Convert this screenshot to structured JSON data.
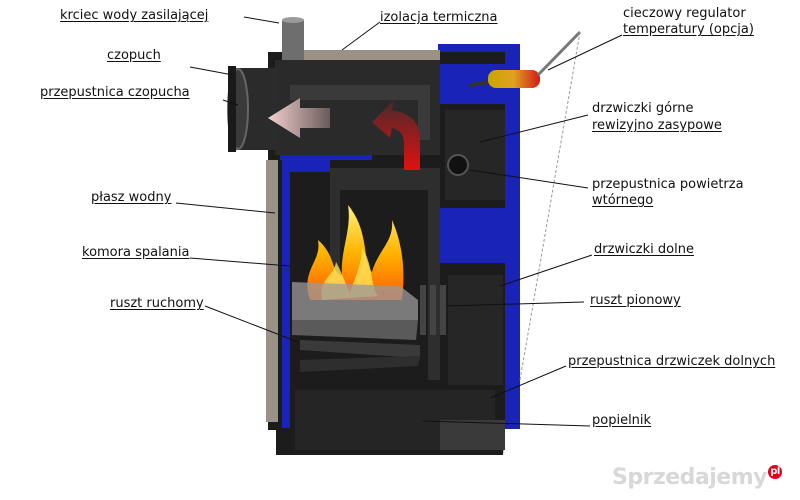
{
  "labels": {
    "krciec": "krciec wody zasilającej",
    "izolacja": "izolacja termiczna",
    "regulator_1": "cieczowy regulator",
    "regulator_2": "temperatury (opcja)",
    "czopuch": "czopuch",
    "przepustnica_czopucha": "przepustnica czopucha",
    "drzwiczki_gorne_1": "drzwiczki górne",
    "drzwiczki_gorne_2": "rewizyjno zasypowe",
    "przepustnica_powietrza_1": "przepustnica powietrza",
    "przepustnica_powietrza_2": "wtórnego",
    "plaszcz_wodny": "płasz wodny",
    "drzwiczki_dolne": "drzwiczki dolne",
    "komora_spalania": "komora spalania",
    "ruszt_ruchomy": "ruszt ruchomy",
    "ruszt_pionowy": "ruszt pionowy",
    "przepustnica_drzwiczek_dolnych": "przepustnica drzwiczek dolnych",
    "popielnik": "popielnik"
  },
  "watermark": "Sprzedajemy",
  "watermark_dot": "pl",
  "colors": {
    "jacket_blue": "#1a23b8",
    "body_dark": "#1b1b1b",
    "insulation": "#9a9187",
    "flame_orange": "#f28c12",
    "smoke_red": "#c0201a"
  }
}
